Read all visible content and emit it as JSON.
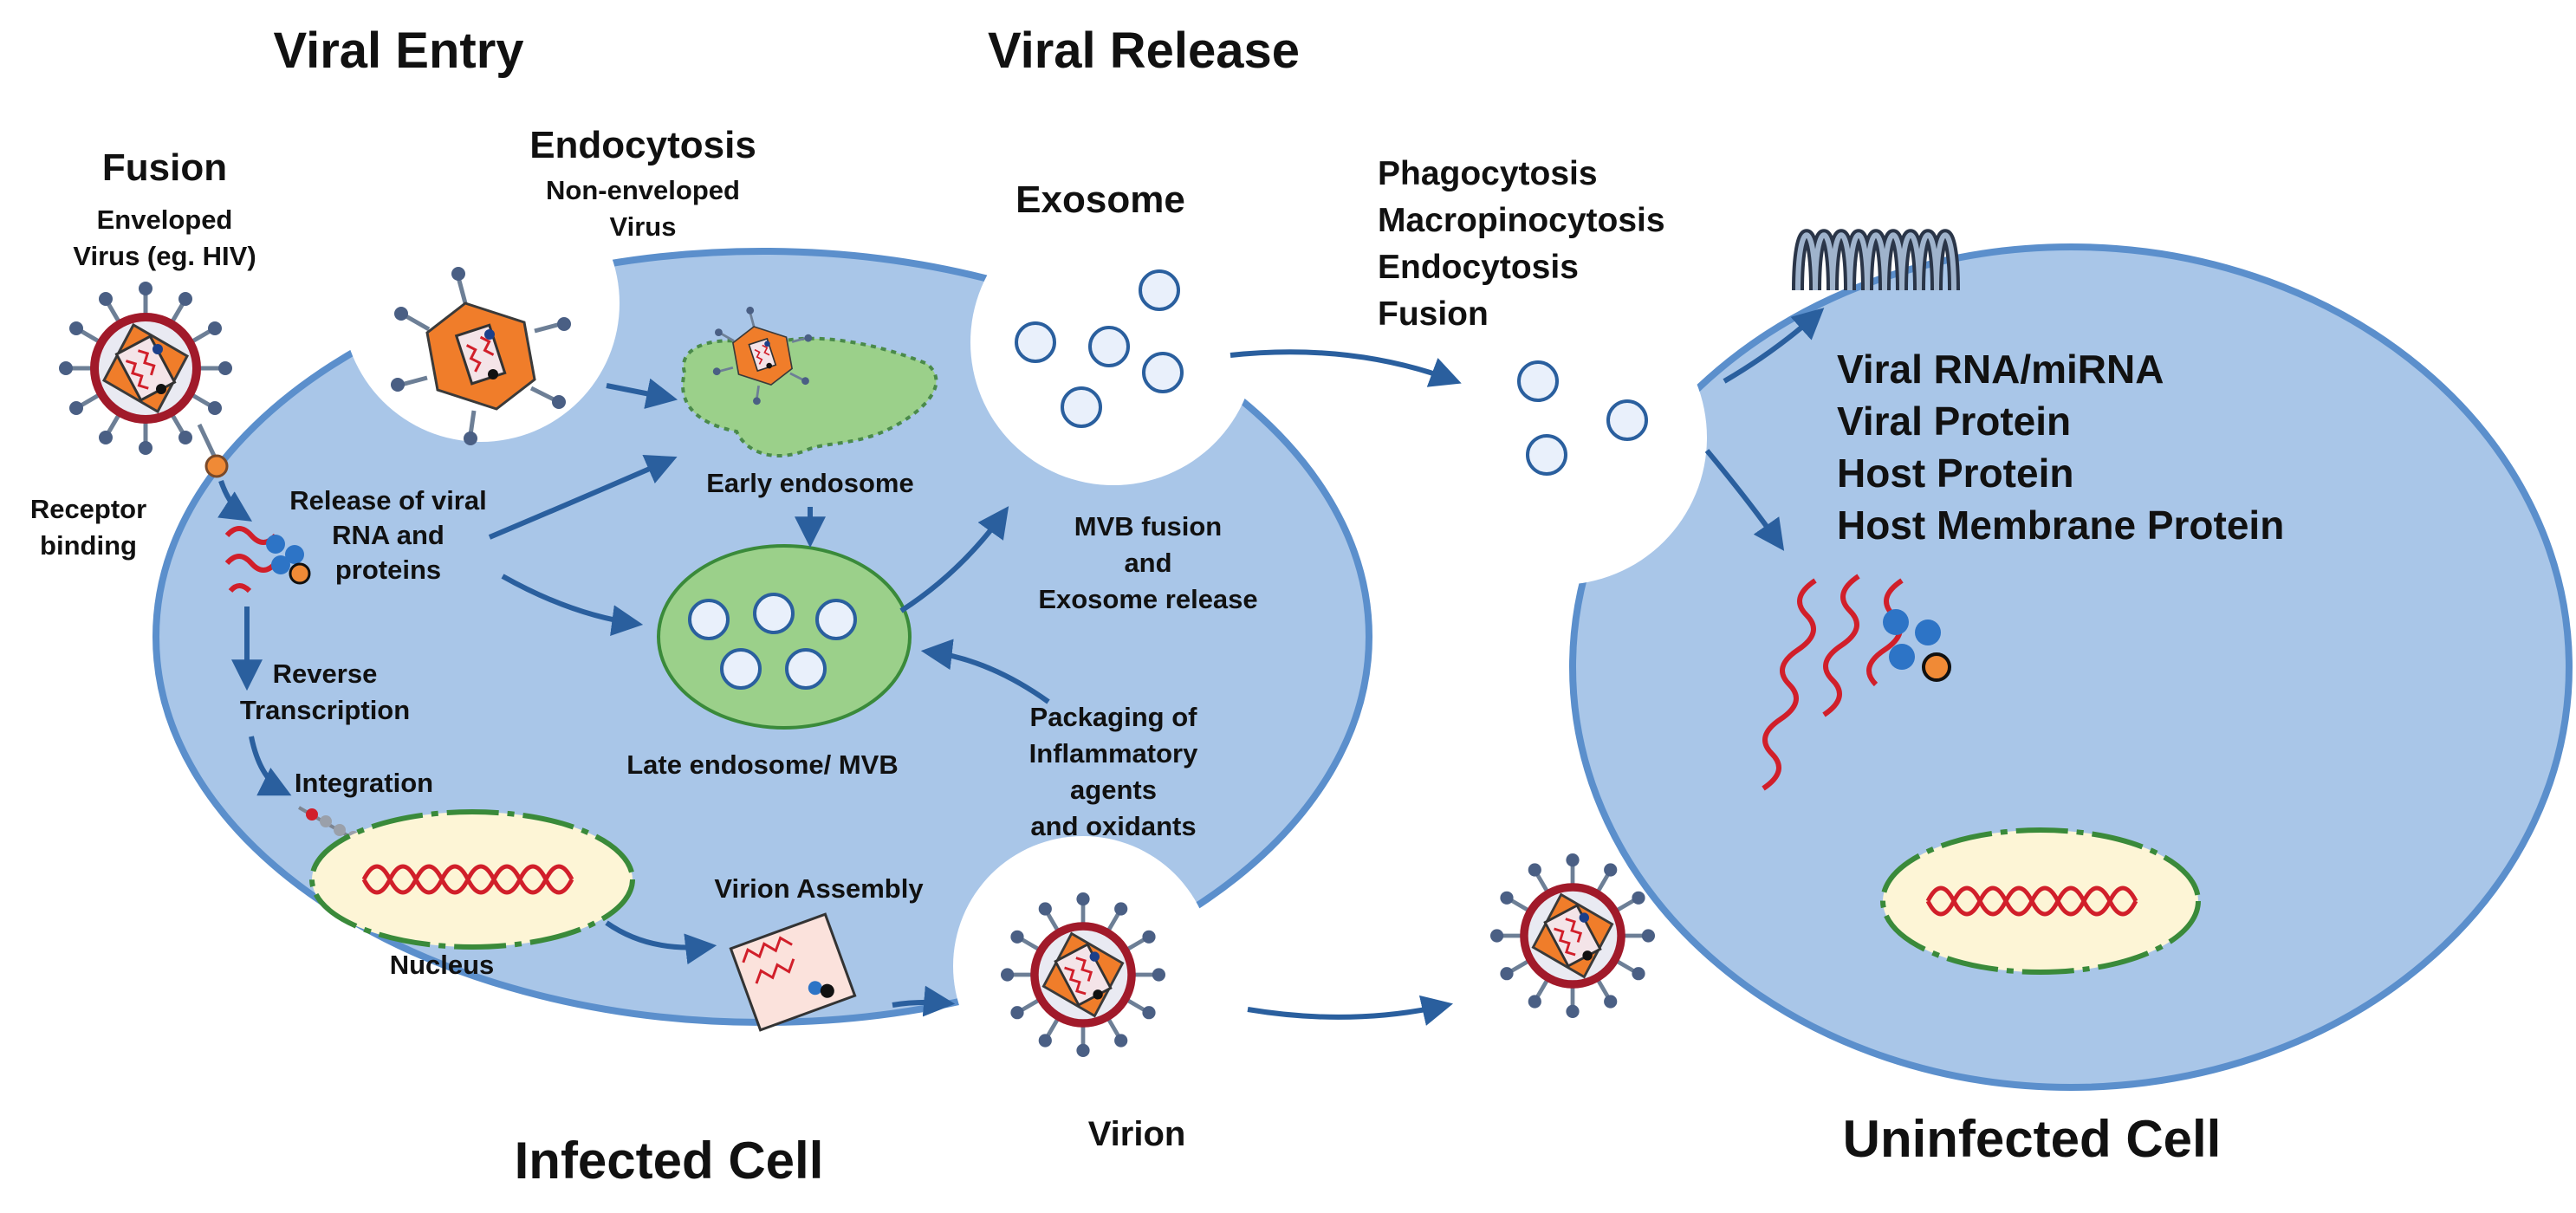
{
  "headings": {
    "viral_entry": "Viral Entry",
    "viral_release": "Viral Release",
    "infected_cell": "Infected Cell",
    "uninfected_cell": "Uninfected Cell"
  },
  "fusion": {
    "title": "Fusion",
    "line1": "Enveloped",
    "line2": "Virus (eg. HIV)"
  },
  "endocytosis": {
    "title": "Endocytosis",
    "line1": "Non-enveloped",
    "line2": "Virus"
  },
  "receptor": {
    "line1": "Receptor",
    "line2": "binding"
  },
  "release_rna": {
    "line1": "Release of viral",
    "line2": "RNA and",
    "line3": "proteins"
  },
  "reverse_tx": {
    "line1": "Reverse",
    "line2": "Transcription"
  },
  "integration": "Integration",
  "nucleus": "Nucleus",
  "early_endosome": "Early endosome",
  "late_endosome": "Late endosome/ MVB",
  "mvb_fusion": {
    "line1": "MVB fusion",
    "line2": "and",
    "line3": "Exosome release"
  },
  "packaging": {
    "line1": "Packaging of",
    "line2": "Inflammatory",
    "line3": "agents",
    "line4": "and oxidants"
  },
  "virion_assembly": "Virion Assembly",
  "exosome": "Exosome",
  "virion": "Virion",
  "uptake": {
    "line1": "Phagocytosis",
    "line2": "Macropinocytosis",
    "line3": "Endocytosis",
    "line4": "Fusion"
  },
  "cargo": {
    "line1": "Viral RNA/miRNA",
    "line2": "Viral Protein",
    "line3": "Host Protein",
    "line4": "Host Membrane Protein"
  },
  "colors": {
    "cell_fill": "#a9c6e8",
    "cell_stroke": "#5b8fcc",
    "arrow": "#2a5f9e",
    "endosome": "#9bd08a",
    "nucleus_fill": "#fdf5d6",
    "virus_ring": "#a11a2a",
    "capsid": "#f07d2a",
    "rna": "#d11f2a",
    "protein_blue": "#2d74c6",
    "protein_orange": "#f08a36"
  }
}
